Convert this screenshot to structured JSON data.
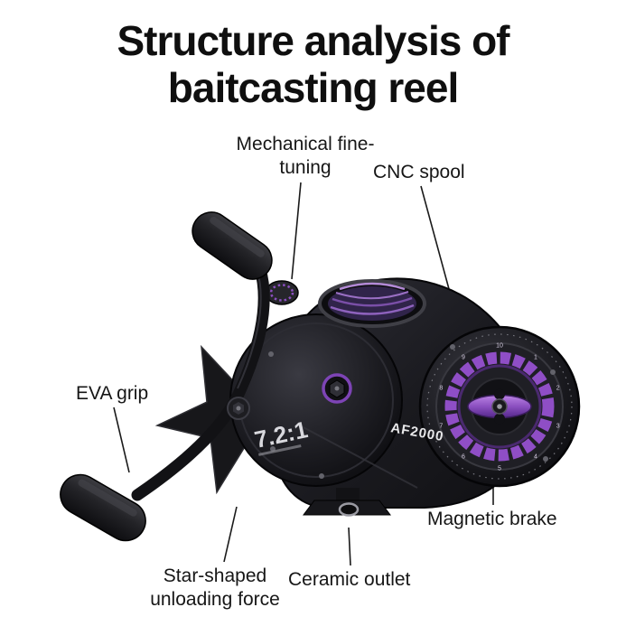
{
  "title": {
    "line1": "Structure analysis of",
    "line2": "baitcasting reel"
  },
  "labels": {
    "mechanical": "Mechanical fine-tuning",
    "cnc_spool": "CNC spool",
    "eva_grip": "EVA grip",
    "magnetic_brake": "Magnetic brake",
    "star_shaped": "Star-shaped unloading force",
    "ceramic_outlet": "Ceramic outlet"
  },
  "reel": {
    "model": "AF2000",
    "gear_ratio": "7.2:1",
    "brake_dial_numbers": [
      "10",
      "1",
      "2",
      "3",
      "4",
      "5",
      "6",
      "7",
      "8",
      "9"
    ]
  },
  "colors": {
    "accent_purple": "#8b4fc0",
    "body_black": "#17171a",
    "text": "#111111",
    "background": "#ffffff"
  }
}
